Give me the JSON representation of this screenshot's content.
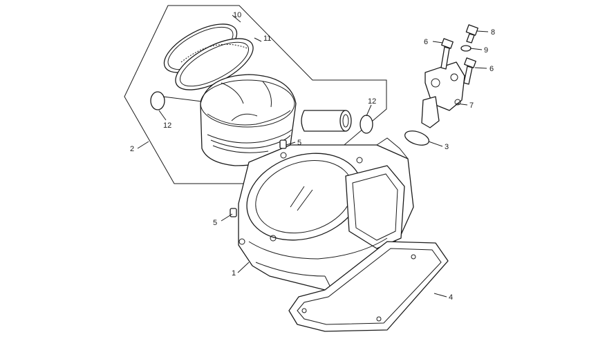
{
  "callouts": {
    "c1": "1",
    "c2": "2",
    "c3": "3",
    "c4": "4",
    "c5a": "5",
    "c5b": "5",
    "c6a": "6",
    "c6b": "6",
    "c7": "7",
    "c8": "8",
    "c9": "9",
    "c10": "10",
    "c11": "11",
    "c12a": "12",
    "c12b": "12"
  }
}
